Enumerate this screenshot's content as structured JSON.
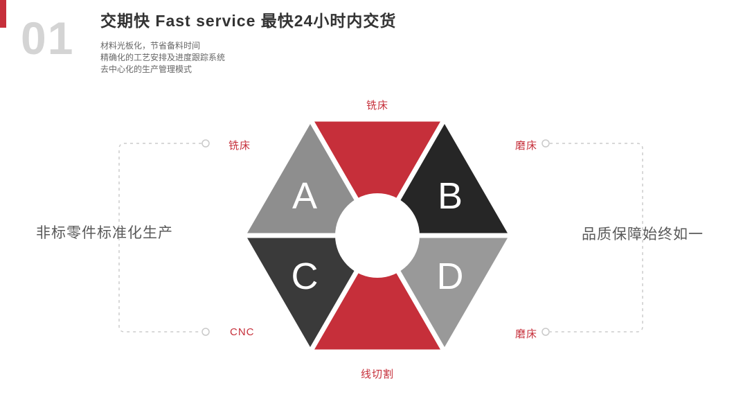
{
  "colors": {
    "red": "#c62f3a",
    "gray_a": "#8e8e8e",
    "black_b": "#262626",
    "dark_c": "#3a3a3a",
    "gray_d": "#999999",
    "dash": "#cccccc"
  },
  "header": {
    "index": "01",
    "title": "交期快  Fast service 最快24小时内交货",
    "lines": [
      "材料光板化，节省备料时间",
      "精确化的工艺安排及进度跟踪系统",
      "去中心化的生产管理模式"
    ]
  },
  "captions": {
    "left": "非标零件标准化生产",
    "right": "品质保障始终如一"
  },
  "diagram": {
    "labels": {
      "top": "铣床",
      "left_top": "铣床",
      "left_bottom": "CNC",
      "right_top": "磨床",
      "right_bottom": "磨床",
      "bottom": "线切割"
    },
    "segments": [
      {
        "id": "top",
        "color": "#c62f3a",
        "letter": ""
      },
      {
        "id": "upper-left",
        "color": "#8e8e8e",
        "letter": "A"
      },
      {
        "id": "upper-right",
        "color": "#262626",
        "letter": "B"
      },
      {
        "id": "lower-left",
        "color": "#3a3a3a",
        "letter": "C"
      },
      {
        "id": "lower-right",
        "color": "#999999",
        "letter": "D"
      },
      {
        "id": "bottom",
        "color": "#c62f3a",
        "letter": ""
      }
    ]
  }
}
